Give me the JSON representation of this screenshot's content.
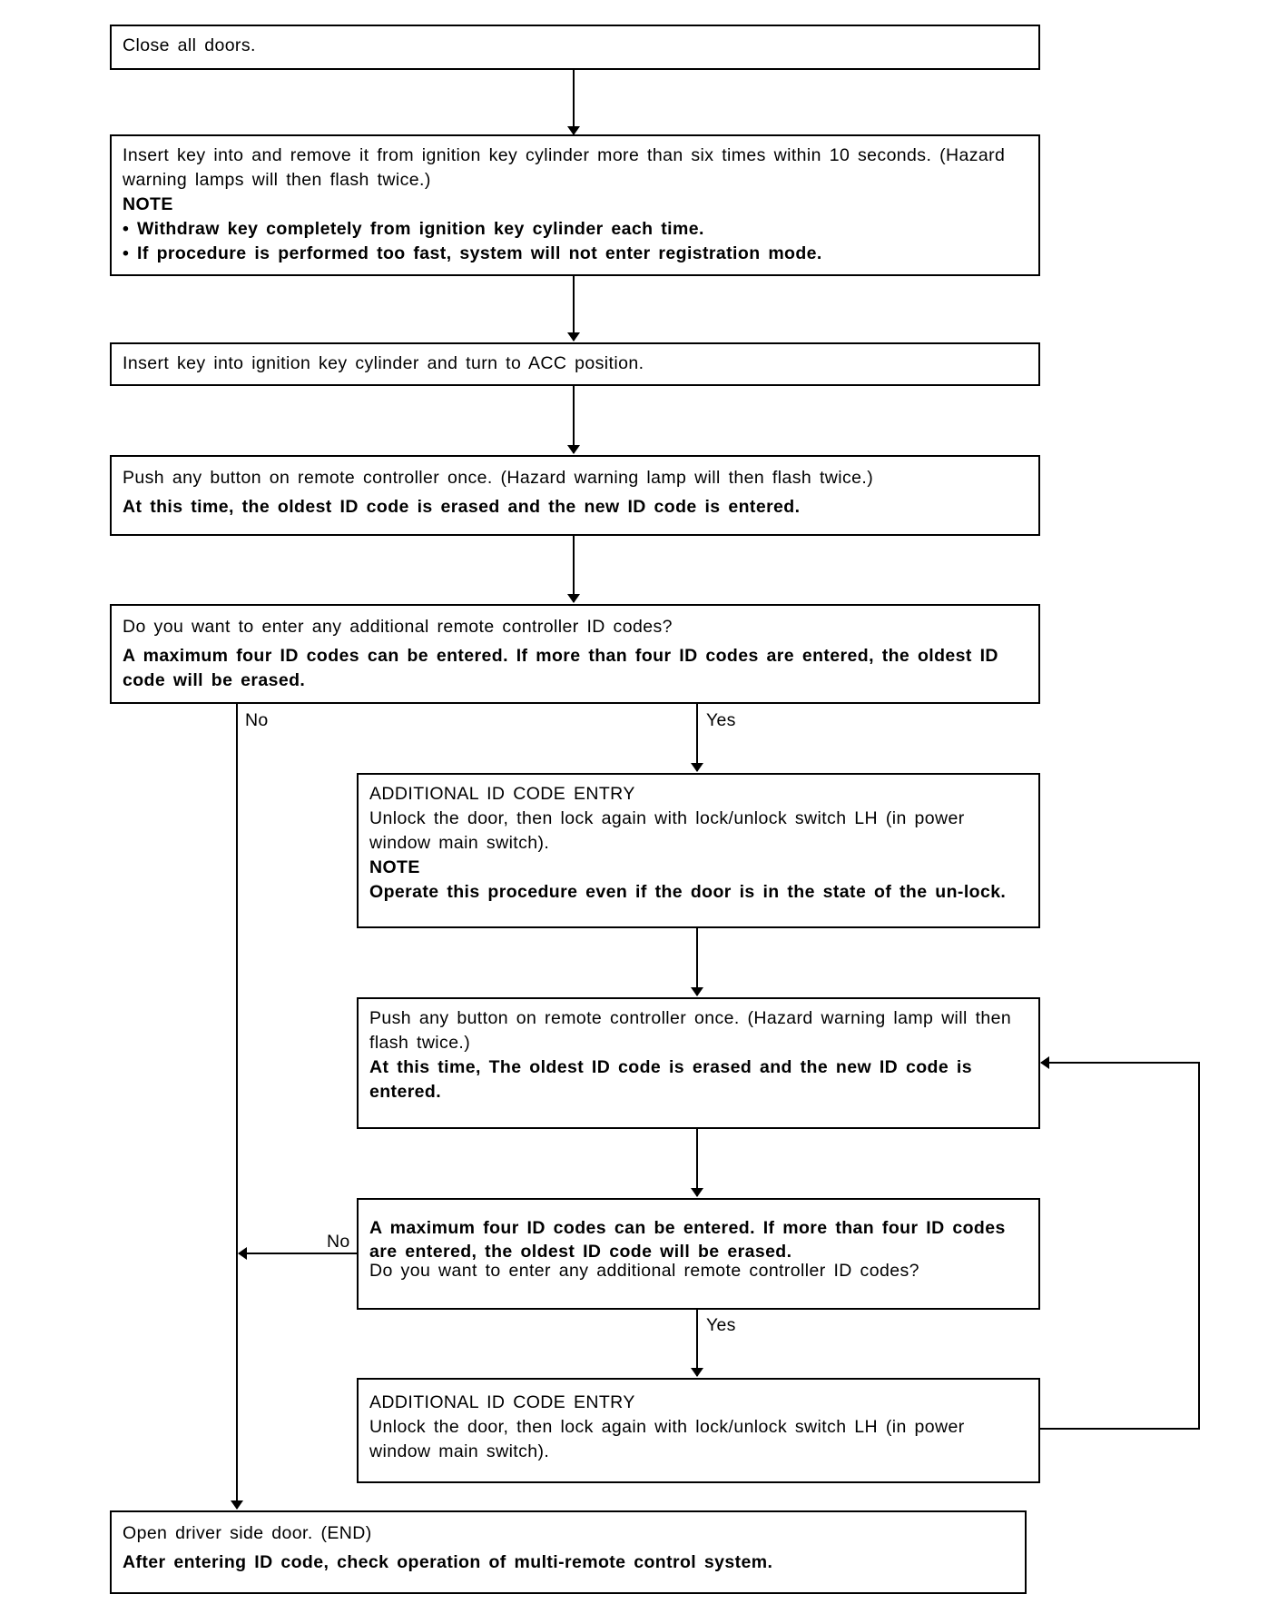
{
  "steps": {
    "close_doors": {
      "text": "Close all doors."
    },
    "insert_remove": {
      "text": "Insert key into and remove it from ignition key cylinder more than six times within 10 seconds. (Hazard warning lamps will then flash twice.)",
      "note_label": "NOTE",
      "notes": [
        "Withdraw key completely from ignition key cylinder each time.",
        "If procedure is performed too fast, system will not enter registration mode."
      ]
    },
    "acc_position": {
      "text": "Insert key into ignition key cylinder and turn to ACC position."
    },
    "push_button": {
      "text": "Push any button on remote controller once. (Hazard warning lamp will then flash twice.)",
      "bold": "At this time, the oldest ID code is erased and the new ID code is entered."
    },
    "question_1": {
      "text": "Do you want to enter any additional remote controller ID codes?",
      "bold": "A maximum four ID codes can be entered. If more than four ID codes are entered, the oldest ID code will be erased."
    },
    "additional_entry_1": {
      "title": "ADDITIONAL ID CODE ENTRY",
      "text": "Unlock the door, then lock again with lock/unlock switch LH (in power window main switch).",
      "note_label": "NOTE",
      "note": "Operate this procedure even if the door is in the state of the un-lock."
    },
    "push_button_2": {
      "text": "Push any button on remote controller once. (Hazard warning lamp will then flash twice.)",
      "bold": "At this time, The oldest ID code is erased and the new ID code is entered."
    },
    "question_2": {
      "bold": "A maximum four ID codes can be entered. If more than four ID codes are entered, the oldest ID code will be erased.",
      "text": "Do you want to enter any additional remote controller ID codes?"
    },
    "additional_entry_2": {
      "title": "ADDITIONAL ID CODE ENTRY",
      "text": "Unlock the door, then lock again with lock/unlock switch LH (in power window main switch)."
    },
    "end": {
      "text": "Open driver side door. (END)",
      "bold": "After entering ID code, check operation of multi-remote control system."
    }
  },
  "branch_labels": {
    "no_1": "No",
    "yes_1": "Yes",
    "no_2": "No",
    "yes_2": "Yes"
  }
}
